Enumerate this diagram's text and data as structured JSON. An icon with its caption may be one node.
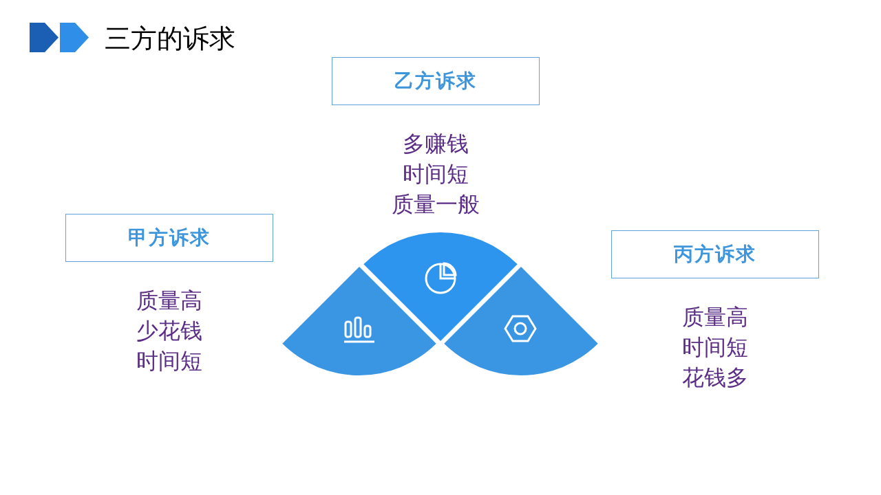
{
  "diagram": {
    "title": "三方的诉求",
    "nodes": [
      {
        "text": [
          "乙方诉求"
        ],
        "beside": [
          "多赚钱",
          "时间短",
          "质量一般"
        ]
      },
      {
        "text": [
          "甲方诉求"
        ],
        "beside": [
          "质量高",
          "少花钱",
          "时间短"
        ]
      },
      {
        "text": [
          "丙方诉求"
        ],
        "beside": [
          "质量高",
          "时间短",
          "花钱多"
        ]
      }
    ],
    "edges": []
  }
}
